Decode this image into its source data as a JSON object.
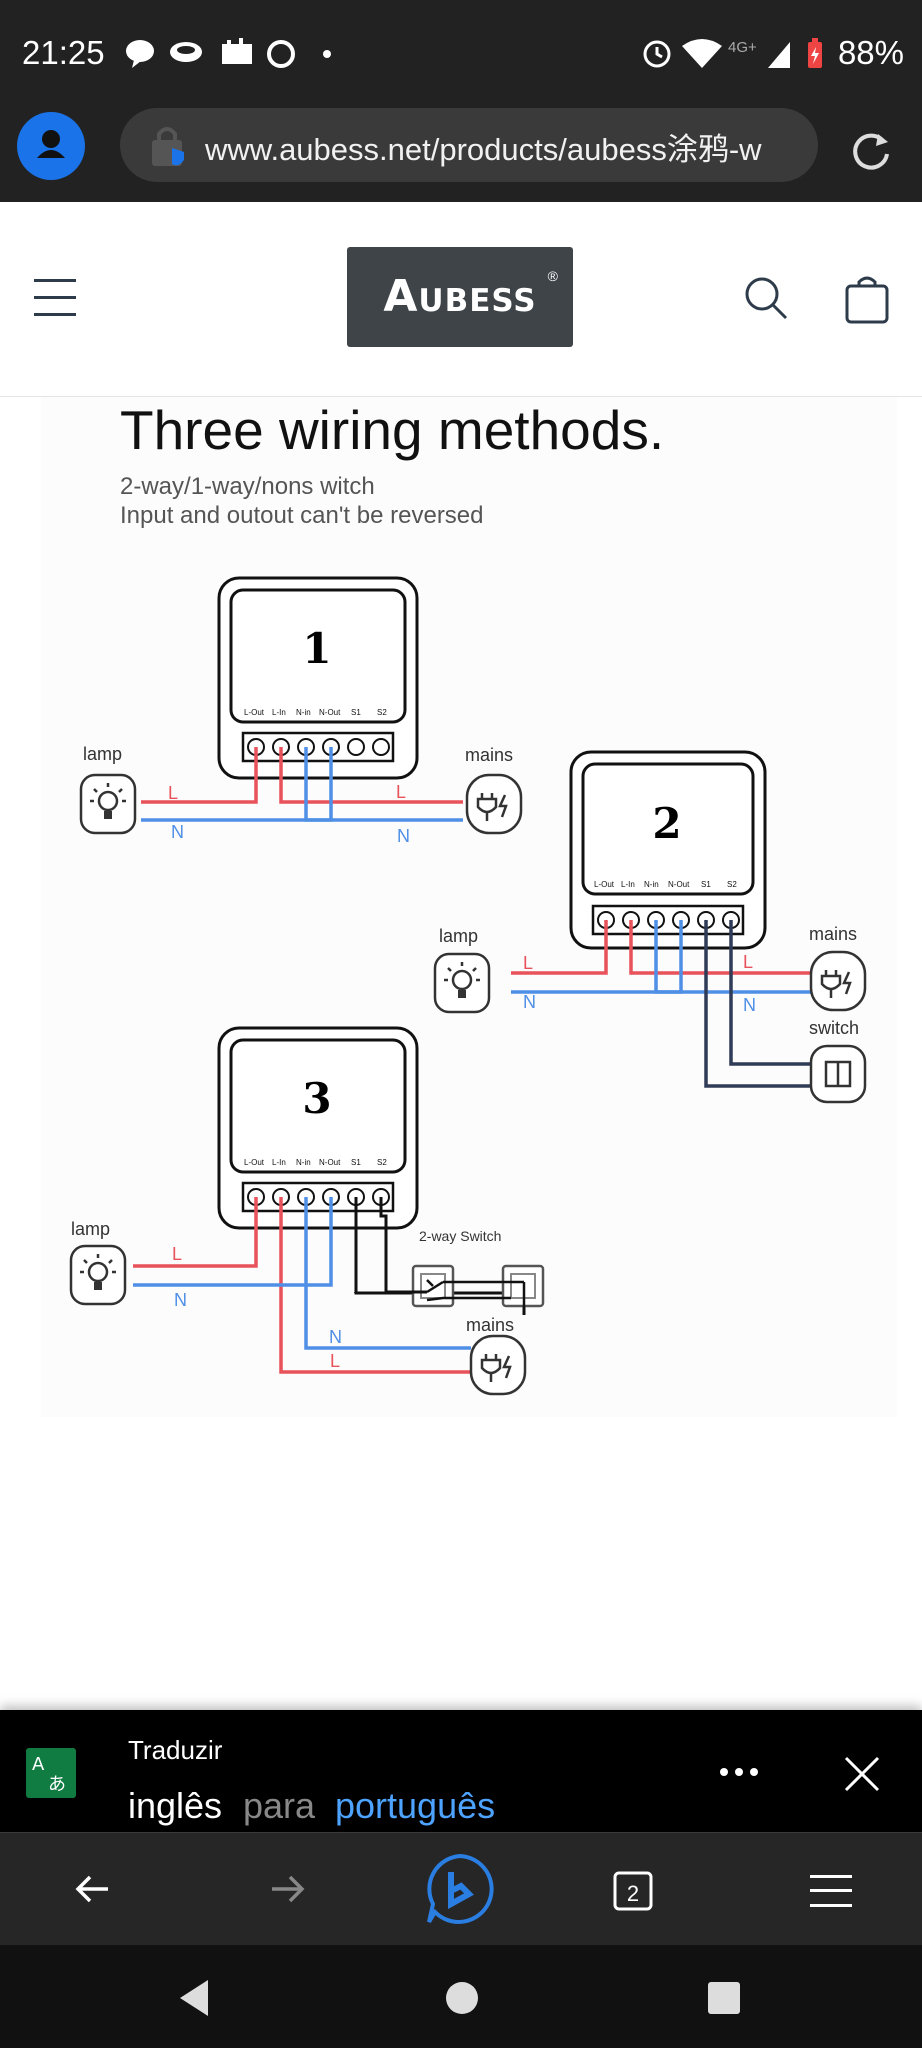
{
  "status": {
    "time": "21:25",
    "network": "4G+",
    "battery": "88%"
  },
  "browser": {
    "url": "www.aubess.net/products/aubess涂鸦-w",
    "tab_count": "2"
  },
  "site": {
    "logo_text": "Aubess"
  },
  "content": {
    "title": "Three wiring methods.",
    "subtitle_1": "2-way/1-way/nons witch",
    "subtitle_2": "Input and outout can't be reversed",
    "diagram": {
      "terminals": [
        "L-Out",
        "L-In",
        "N-in",
        "N-Out",
        "S1",
        "S2"
      ],
      "module_1": "1",
      "module_2": "2",
      "module_3": "3",
      "lamp": "lamp",
      "mains": "mains",
      "switch": "switch",
      "two_way_switch": "2-way Switch",
      "wire_L": "L",
      "wire_N": "N"
    }
  },
  "translate_bar": {
    "title": "Traduzir",
    "source": "inglês",
    "connector": "para",
    "target": "português"
  },
  "colors": {
    "live": "#e8525a",
    "neutral": "#4f8fe6",
    "switch_wire": "#2f3b57"
  }
}
